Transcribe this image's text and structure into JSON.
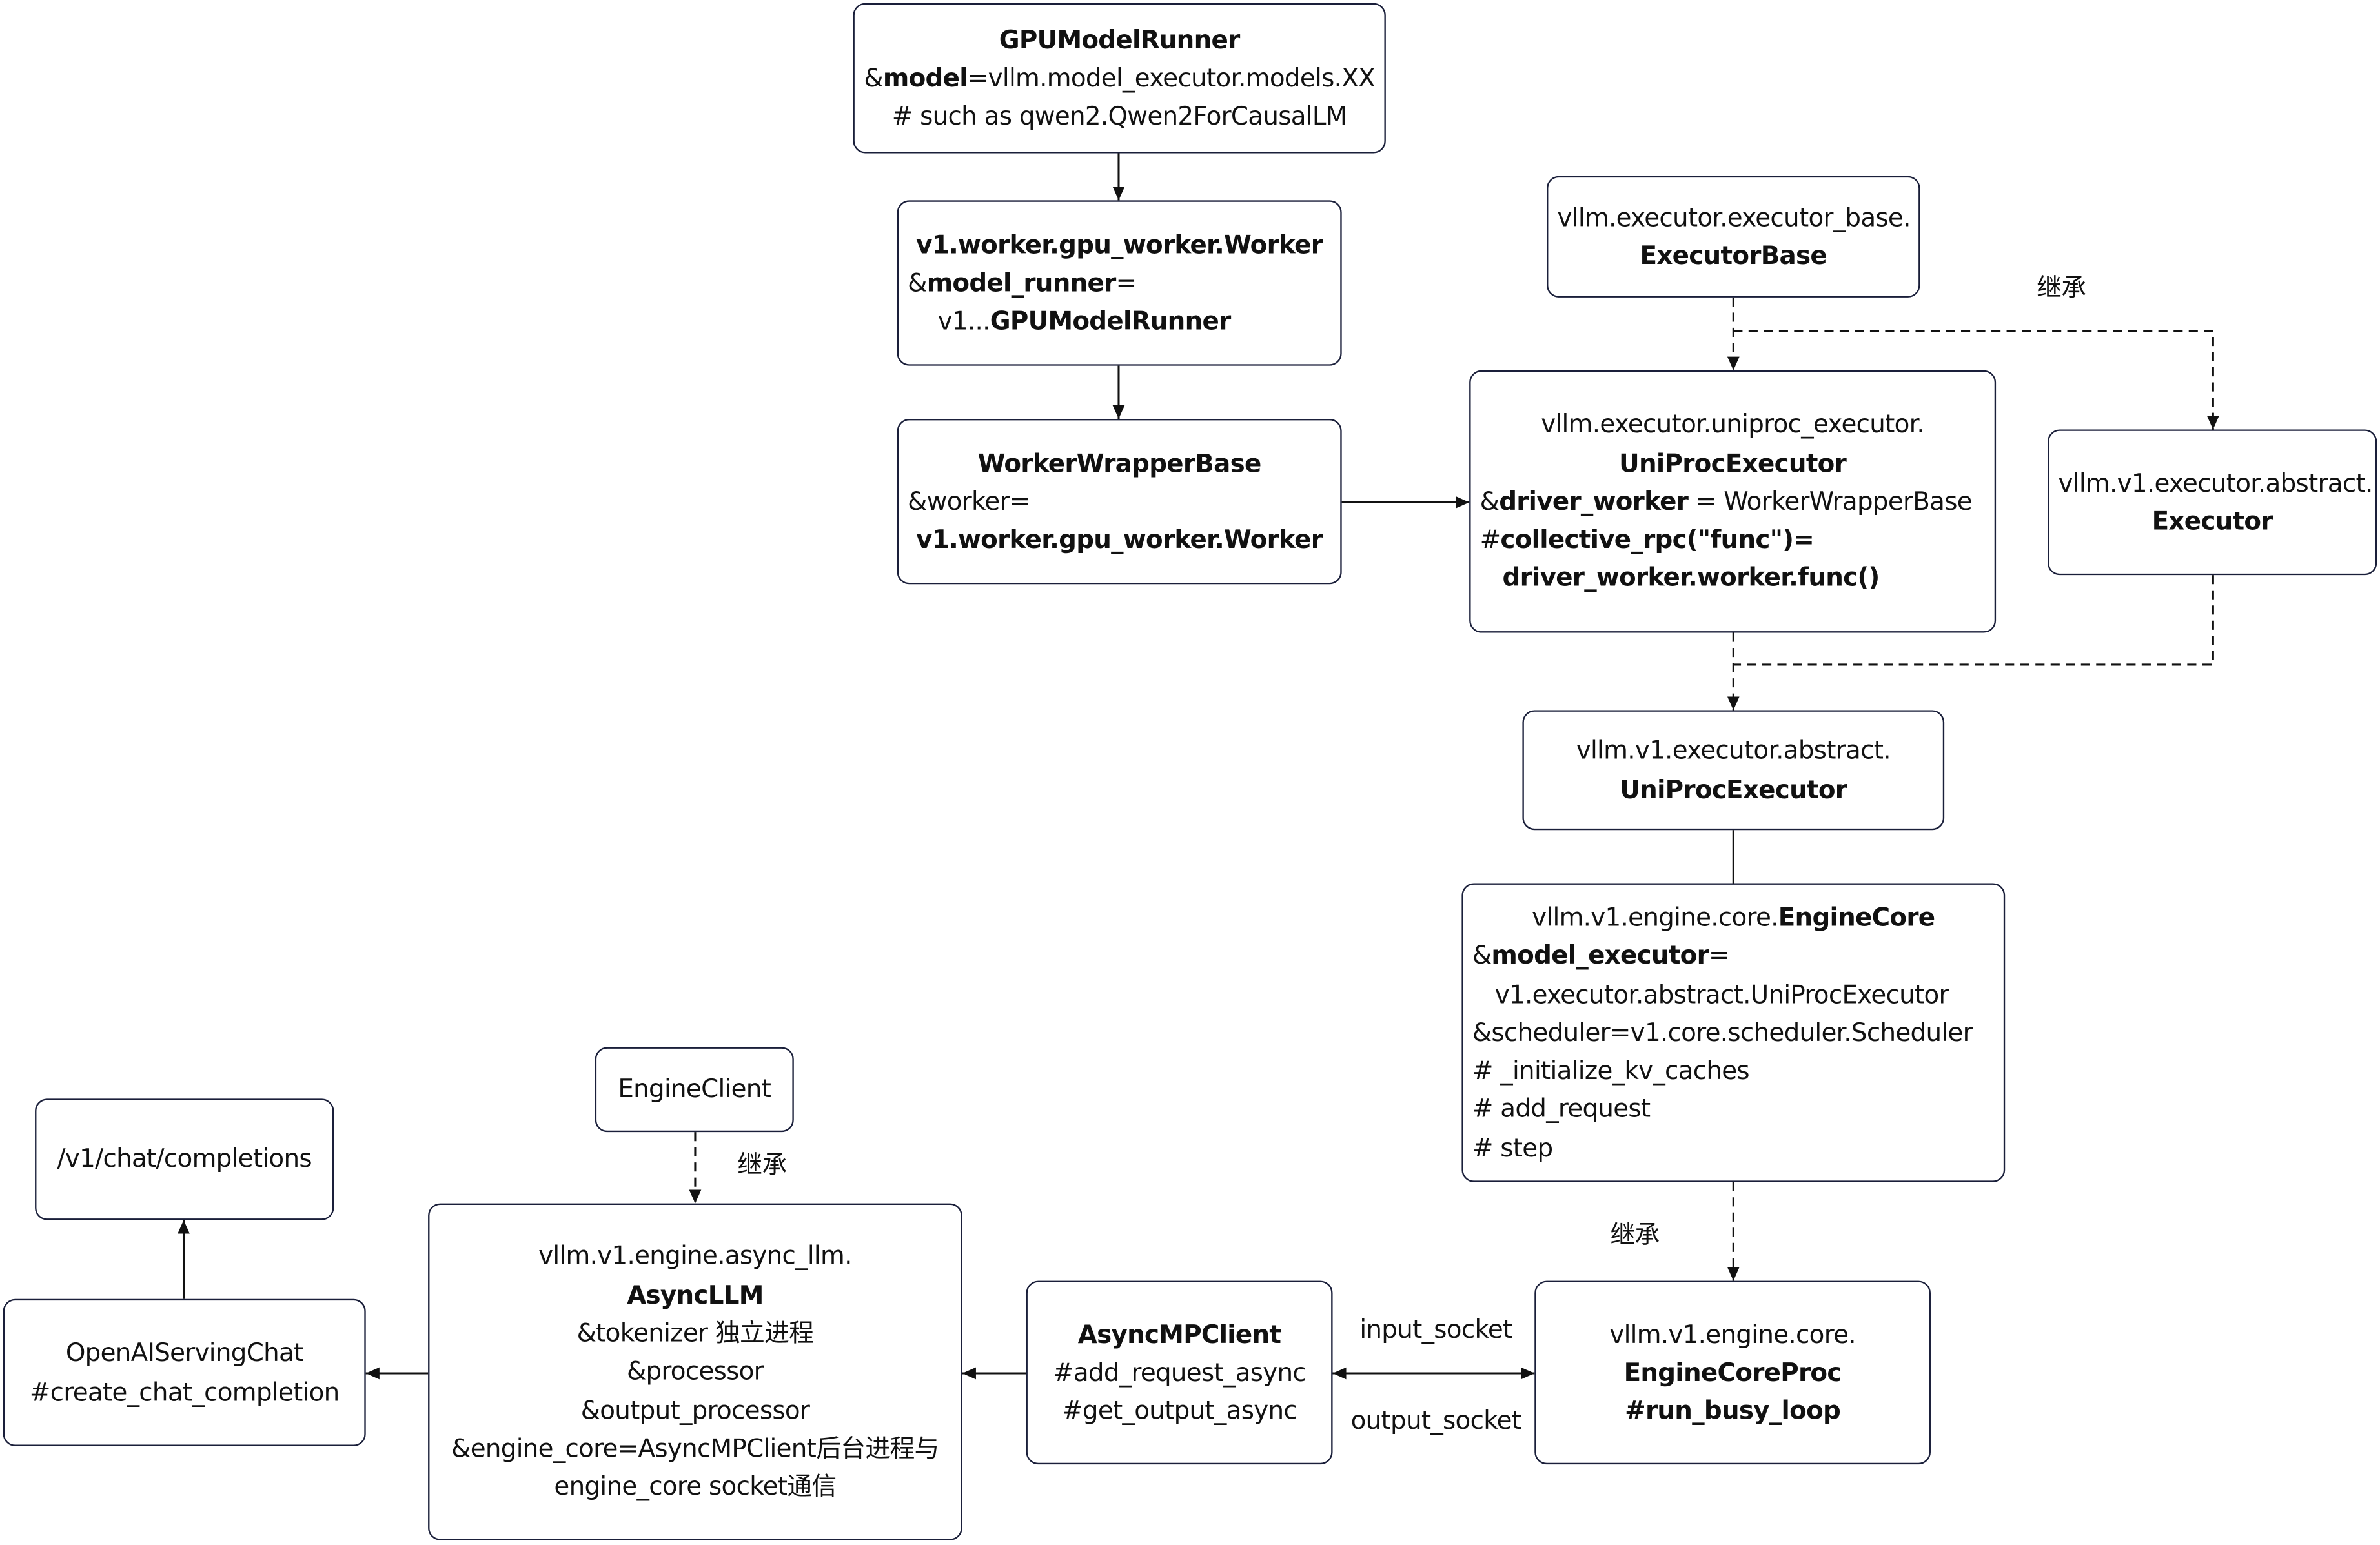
{
  "boxes": {
    "gpu_model_runner": {
      "lines": [
        [
          {
            "t": "GPUModelRunner",
            "b": true
          }
        ],
        [
          {
            "t": "&"
          },
          {
            "t": "model",
            "b": true
          },
          {
            "t": "=vllm.model_executor.models.XX"
          }
        ],
        [
          {
            "t": "# such as qwen2.Qwen2ForCausalLM"
          }
        ]
      ]
    },
    "gpu_worker": {
      "lines": [
        [
          {
            "t": "v1.worker.gpu_worker.Worker",
            "b": true
          }
        ],
        [
          {
            "t": "&"
          },
          {
            "t": "model_runner",
            "b": true
          },
          {
            "t": "="
          }
        ],
        [
          {
            "t": "    v1..."
          },
          {
            "t": "GPUModelRunner",
            "b": true
          }
        ]
      ]
    },
    "worker_wrapper_base": {
      "lines": [
        [
          {
            "t": "WorkerWrapperBase",
            "b": true
          }
        ],
        [
          {
            "t": "&worker="
          }
        ],
        [
          {
            "t": "v1.worker.gpu_worker.Worker",
            "b": true
          }
        ]
      ]
    },
    "executor_base": {
      "lines": [
        [
          {
            "t": "vllm.executor.executor_base."
          }
        ],
        [
          {
            "t": "ExecutorBase",
            "b": true
          }
        ]
      ]
    },
    "uniproc_executor": {
      "lines": [
        [
          {
            "t": "vllm.executor.uniproc_executor."
          }
        ],
        [
          {
            "t": "UniProcExecutor",
            "b": true
          }
        ],
        [
          {
            "t": "&"
          },
          {
            "t": "driver_worker",
            "b": true
          },
          {
            "t": " = WorkerWrapperBase"
          }
        ],
        [
          {
            "t": "#"
          },
          {
            "t": "collective_rpc(\"func\")=",
            "b": true
          }
        ],
        [
          {
            "t": "   "
          },
          {
            "t": "driver_worker.worker.func()",
            "b": true
          }
        ]
      ]
    },
    "v1_abstract_executor": {
      "lines": [
        [
          {
            "t": "vllm.v1.executor.abstract."
          }
        ],
        [
          {
            "t": "Executor",
            "b": true
          }
        ]
      ]
    },
    "v1_uniproc_executor": {
      "lines": [
        [
          {
            "t": "vllm.v1.executor.abstract."
          }
        ],
        [
          {
            "t": "UniProcExecutor",
            "b": true
          }
        ]
      ]
    },
    "engine_core": {
      "lines": [
        [
          {
            "t": "vllm.v1.engine.core."
          },
          {
            "t": "EngineCore",
            "b": true
          }
        ],
        [
          {
            "t": "&"
          },
          {
            "t": "model_executor",
            "b": true
          },
          {
            "t": "="
          }
        ],
        [
          {
            "t": "   v1.executor.abstract.UniProcExecutor"
          }
        ],
        [
          {
            "t": "&scheduler=v1.core.scheduler.Scheduler"
          }
        ],
        [
          {
            "t": "# _initialize_kv_caches"
          }
        ],
        [
          {
            "t": "# add_request"
          }
        ],
        [
          {
            "t": "# step"
          }
        ]
      ]
    },
    "engine_core_proc": {
      "lines": [
        [
          {
            "t": "vllm.v1.engine.core."
          }
        ],
        [
          {
            "t": "EngineCoreProc",
            "b": true
          }
        ],
        [
          {
            "t": "#run_busy_loop",
            "b": true
          }
        ]
      ]
    },
    "async_mp_client": {
      "lines": [
        [
          {
            "t": "AsyncMPClient",
            "b": true
          }
        ],
        [
          {
            "t": "#add_request_async"
          }
        ],
        [
          {
            "t": "#get_output_async"
          }
        ]
      ]
    },
    "async_llm": {
      "lines": [
        [
          {
            "t": "vllm.v1.engine.async_llm."
          }
        ],
        [
          {
            "t": "AsyncLLM",
            "b": true
          }
        ],
        [
          {
            "t": "&tokenizer 独立进程"
          }
        ],
        [
          {
            "t": "&processor"
          }
        ],
        [
          {
            "t": "&output_processor"
          }
        ],
        [
          {
            "t": "&engine_core=AsyncMPClient后台进程与"
          }
        ],
        [
          {
            "t": "engine_core socket通信"
          }
        ]
      ]
    },
    "engine_client": {
      "lines": [
        [
          {
            "t": "EngineClient"
          }
        ]
      ]
    },
    "chat_completions_route": {
      "lines": [
        [
          {
            "t": "/v1/chat/completions"
          }
        ]
      ]
    },
    "openai_serving_chat": {
      "lines": [
        [
          {
            "t": "OpenAIServingChat"
          }
        ],
        [
          {
            "t": "#create_chat_completion"
          }
        ]
      ]
    }
  },
  "labels": {
    "inherit_executor": "继承",
    "inherit_engine_client": "继承",
    "inherit_engine_core": "继承",
    "input_socket": "input_socket",
    "output_socket": "output_socket"
  },
  "colors": {
    "line": "#111111",
    "box_border": "#1a1f3a"
  }
}
